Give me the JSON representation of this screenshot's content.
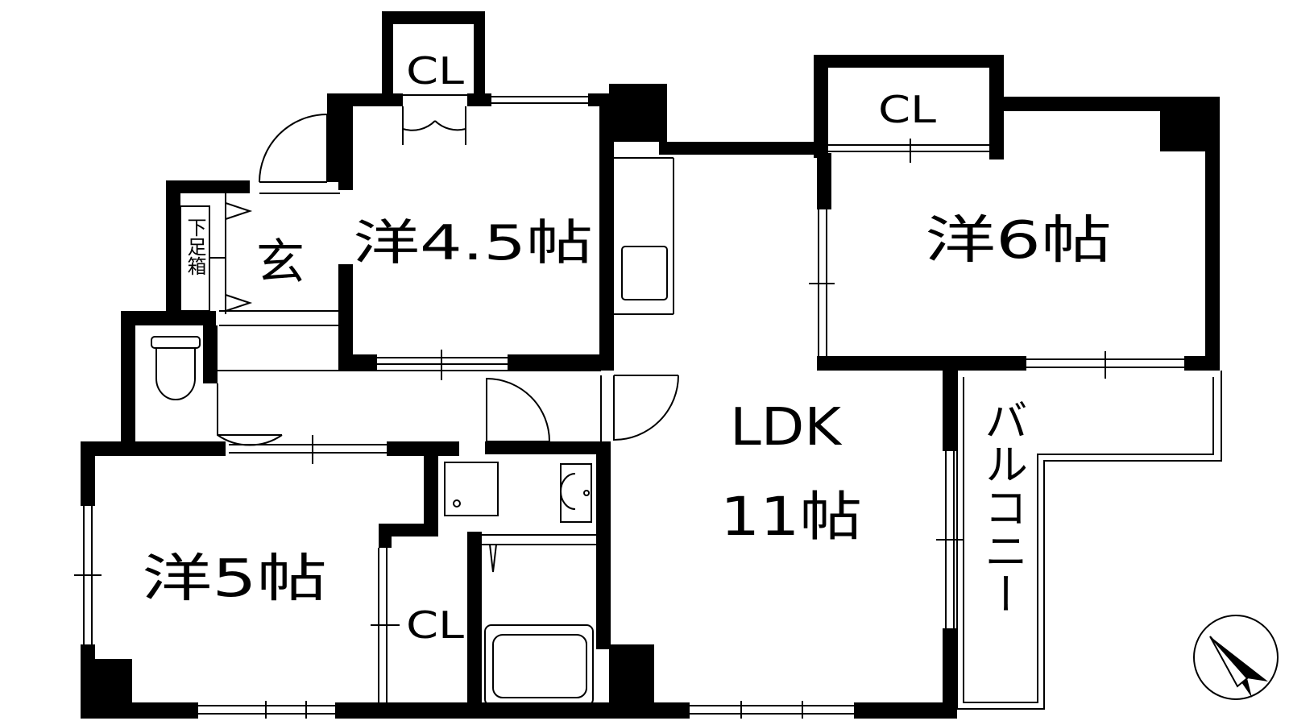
{
  "rooms": {
    "western_45": "洋4.5帖",
    "western_6": "洋6帖",
    "western_5": "洋5帖",
    "ldk": "LDK",
    "ldk_size": "11帖",
    "entrance": "玄",
    "balcony": "バルコニー"
  },
  "storage": {
    "closet_top": "CL",
    "closet_right": "CL",
    "closet_bottom": "CL",
    "shoe_cabinet": "下足箱"
  },
  "colors": {
    "wall": "#000000",
    "line": "#000000",
    "background": "#ffffff"
  },
  "icons": {
    "compass": "compass-north-arrow-icon"
  }
}
